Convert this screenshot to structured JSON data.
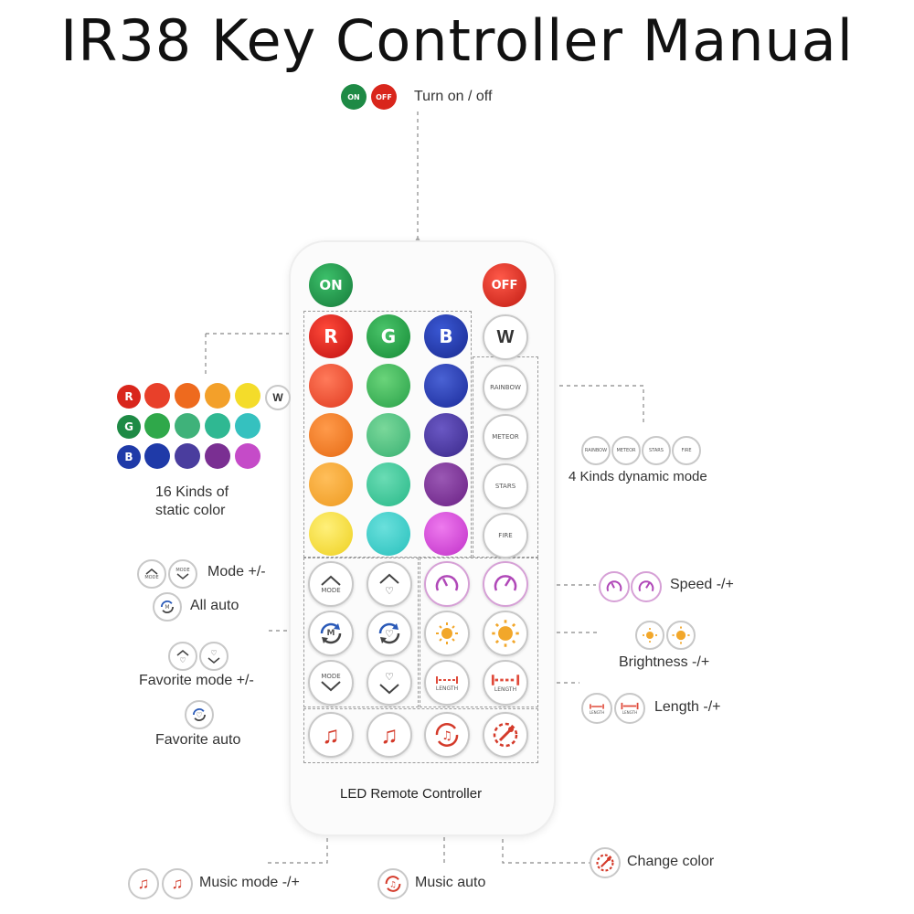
{
  "title": "IR38 Key Controller Manual",
  "labels": {
    "turn_on_off": "Turn on / off",
    "static_color_line1": "16 Kinds of",
    "static_color_line2": "static color",
    "dynamic_mode": "4 Kinds dynamic mode",
    "mode": "Mode +/-",
    "all_auto": "All auto",
    "favorite_mode": "Favorite mode +/-",
    "favorite_auto": "Favorite auto",
    "speed": "Speed -/+",
    "brightness": "Brightness -/+",
    "length": "Length -/+",
    "music_mode": "Music mode -/+",
    "music_auto": "Music auto",
    "change_color": "Change color"
  },
  "remote": {
    "on": "ON",
    "off": "OFF",
    "r": "R",
    "g": "G",
    "b": "B",
    "w": "W",
    "rainbow": "RAINBOW",
    "meteor": "METEOR",
    "stars": "STARS",
    "fire": "FIRE",
    "mode": "MODE",
    "length": "LENGTH",
    "m": "M",
    "footer": "LED Remote Controller"
  },
  "colors": {
    "on_green": "#1e8a45",
    "off_red": "#d9261c",
    "r_row": [
      "#e8402a",
      "#ee6a1e",
      "#f3a02a",
      "#f4dc2a"
    ],
    "g_row": [
      "#2fa84a",
      "#3fb27a",
      "#2fb892",
      "#35c1bf"
    ],
    "b_row": [
      "#1f3aa8",
      "#4a3d9e",
      "#7a2f92",
      "#c54bc8"
    ]
  }
}
